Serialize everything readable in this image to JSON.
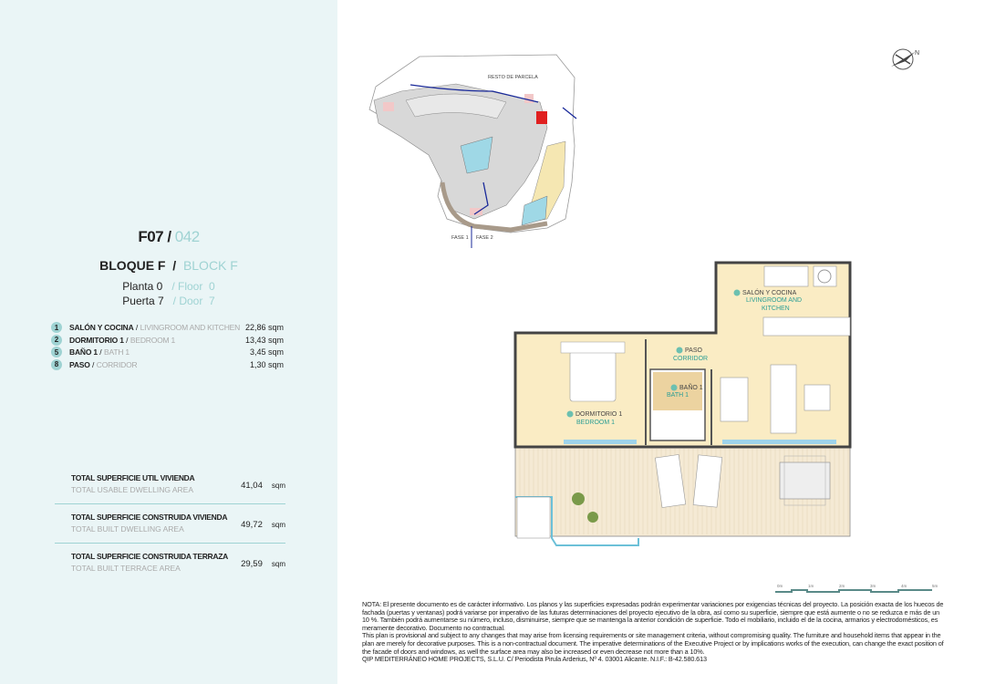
{
  "unit": {
    "code": "F07",
    "code_alt": "042",
    "block_es": "BLOQUE",
    "block_en": "BLOCK",
    "block": "F",
    "floor_es": "Planta 0",
    "floor_en": "Floor",
    "floor": "0",
    "door_es": "Puerta 7",
    "door_en": "Door",
    "door": "7"
  },
  "rooms": [
    {
      "num": "1",
      "es": "SALÓN Y COCINA",
      "en": "LIVINGROOM AND KITCHEN",
      "area": "22,86 sqm"
    },
    {
      "num": "2",
      "es": "DORMITORIO 1",
      "en": "BEDROOM 1",
      "area": "13,43 sqm"
    },
    {
      "num": "5",
      "es": "BAÑO 1",
      "en": "BATH 1",
      "area": "3,45 sqm"
    },
    {
      "num": "8",
      "es": "PASO",
      "en": "CORRIDOR",
      "area": "1,30 sqm"
    }
  ],
  "totals": [
    {
      "es": "TOTAL SUPERFICIE UTIL VIVIENDA",
      "en": "TOTAL USABLE DWELLING AREA",
      "value": "41,04",
      "unit": "sqm"
    },
    {
      "es": "TOTAL SUPERFICIE CONSTRUIDA VIVIENDA",
      "en": "TOTAL BUILT DWELLING AREA",
      "value": "49,72",
      "unit": "sqm"
    },
    {
      "es": "TOTAL SUPERFICIE CONSTRUIDA TERRAZA",
      "en": "TOTAL BUILT TERRACE AREA",
      "value": "29,59",
      "unit": "sqm"
    }
  ],
  "site_plan": {
    "rest": "RESTO DE PARCELA",
    "phase1": "FASE 1",
    "phase2": "FASE 2",
    "highlight_color": "#e02020"
  },
  "plan_labels": {
    "living_es": "SALÓN Y COCINA",
    "living_en1": "LIVINGROOM AND",
    "living_en2": "KITCHEN",
    "corridor_es": "PASO",
    "corridor_en": "CORRIDOR",
    "bath_es": "BAÑO 1",
    "bath_en": "BATH 1",
    "bed_es": "DORMITORIO 1",
    "bed_en": "BEDROOM 1"
  },
  "scale": [
    "0m",
    "1m",
    "2m",
    "3m",
    "4m",
    "5m"
  ],
  "note": {
    "es": "NOTA: El presente documento es de carácter informativo. Los planos y las superficies expresadas podrán experimentar variaciones por exigencias técnicas del proyecto. La posición exacta de los huecos de fachada (puertas y ventanas) podrá variarse por imperativo de las futuras determinaciones del proyecto ejecutivo de la obra, así como su superficie, siempre que está aumente o no se reduzca e más de un 10 %. También podrá aumentarse su número, incluso, disminuirse, siempre que se mantenga la anterior condición de superficie. Todo el mobiliario, incluido el de la cocina, armarios y electrodomésticos, es meramente decorativo. Documento no contractual.",
    "en": "This plan is provisional and subject to any changes that may arise from licensing requirements or site management criteria, without compromising quality. The furniture and household items that appear in the plan are merely for decorative purposes. This is a non-contractual document. The imperative determinations of the Executive Project or by implications works of the execution, can change the exact position of the facade of doors and windows, as well the surface area may also be increased or even decrease not more than a 10%.",
    "company": "QIP MEDITERRÁNEO HOME PROJECTS, S.L.U. C/ Periodista Pirula Arderius, Nº 4. 03001 Alicante. N.I.F.: B-42.580.613"
  },
  "colors": {
    "accent": "#9fd3d3",
    "panel": "#eaf5f6",
    "room_fill": "#faecc4",
    "label": "#2b9e95"
  }
}
